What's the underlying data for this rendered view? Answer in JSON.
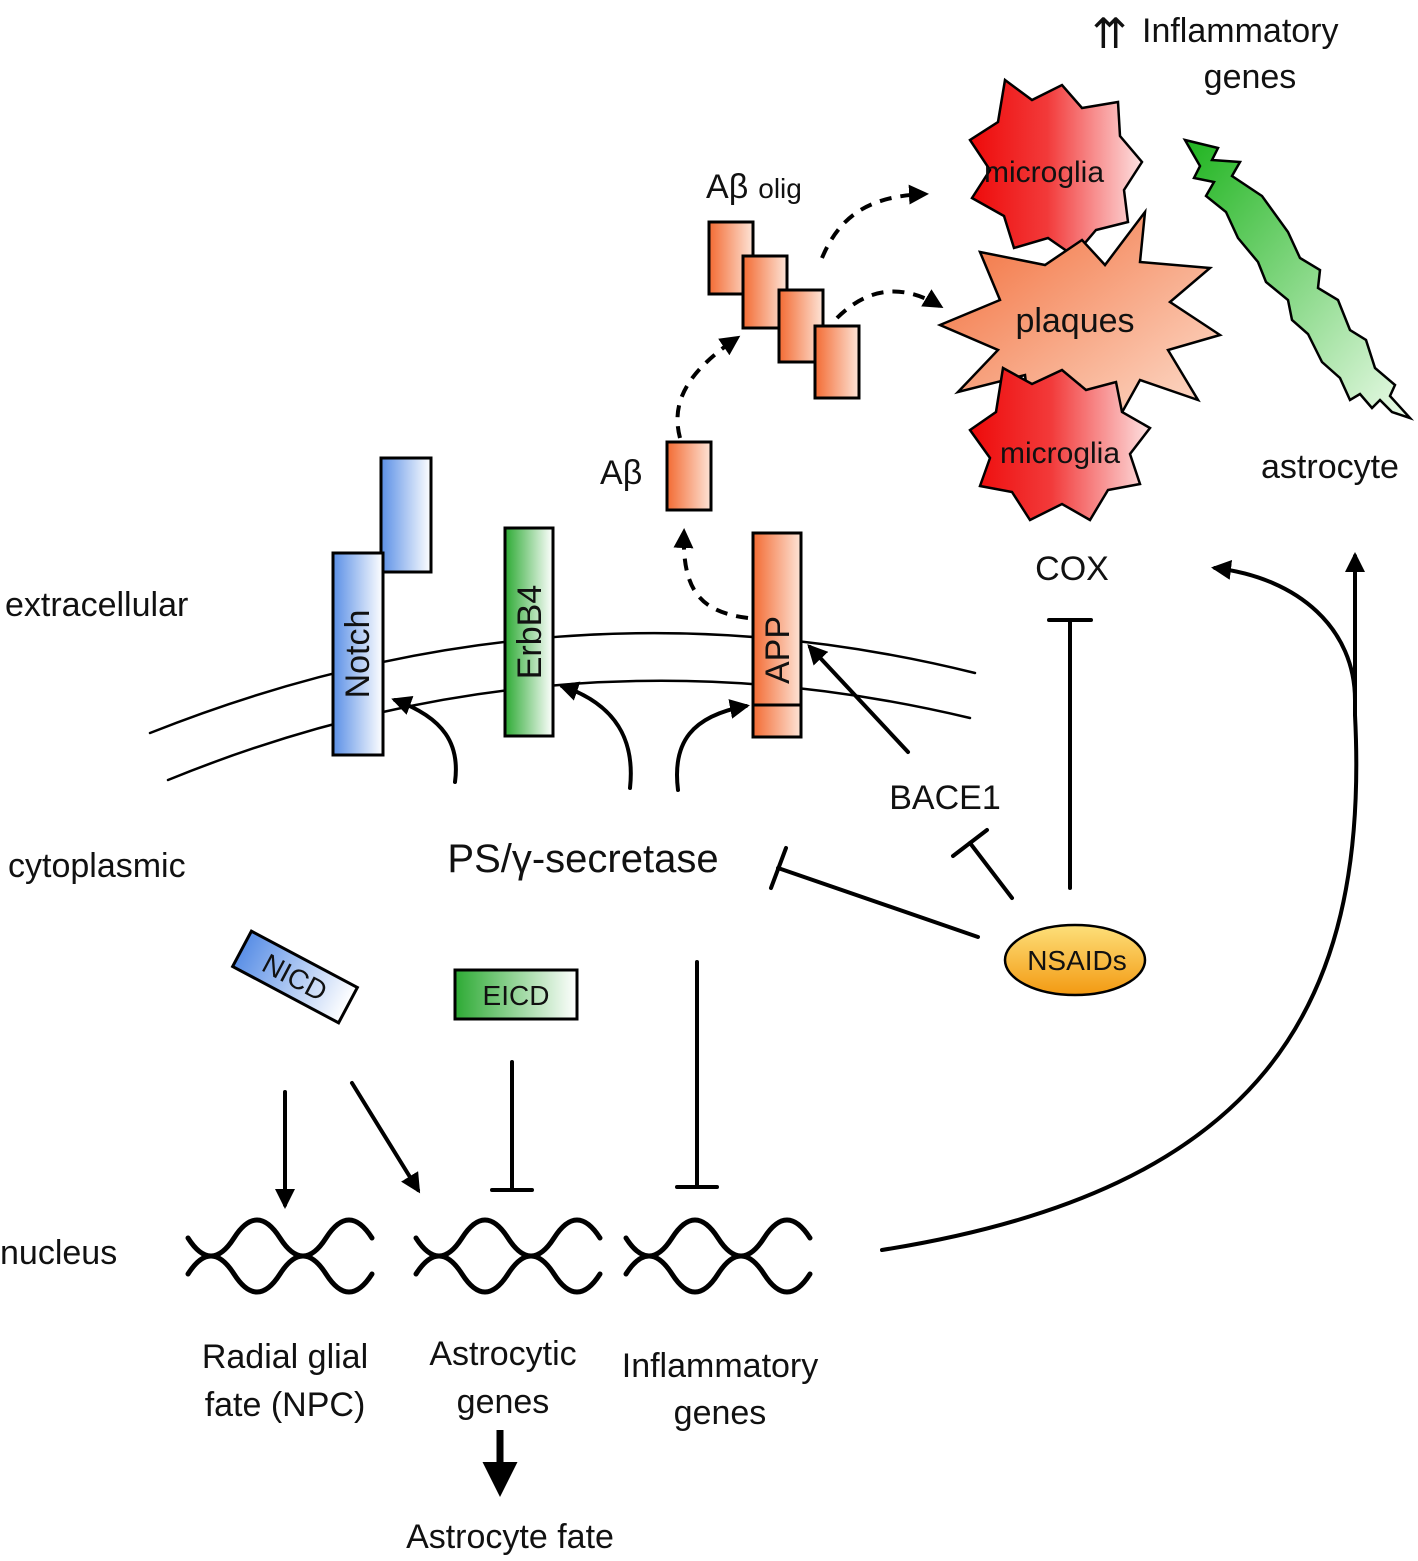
{
  "regions": {
    "extracellular": "extracellular",
    "cytoplasmic": "cytoplasmic",
    "nucleus": "nucleus"
  },
  "receptors": {
    "notch": "Notch",
    "erbb4": "ErbB4",
    "app": "APP"
  },
  "enzymes": {
    "secretase": "PS/γ-secretase",
    "bace1": "BACE1",
    "cox": "COX",
    "nsaids": "NSAIDs"
  },
  "fragments": {
    "nicd": "NICD",
    "eicd": "EICD"
  },
  "amyloid": {
    "abeta_prefix": "A",
    "abeta_symbol": "β",
    "olig_suffix": "olig"
  },
  "cells": {
    "microglia_top": "microglia",
    "microglia_bottom": "microglia",
    "plaques": "plaques",
    "astrocyte": "astrocyte"
  },
  "top_right": {
    "arrows": "⇈",
    "line1": "Inflammatory",
    "line2": "genes"
  },
  "gene_labels": {
    "radial_line1": "Radial glial",
    "radial_line2": "fate (NPC)",
    "astro_line1": "Astrocytic",
    "astro_line2": "genes",
    "inflam_line1": "Inflammatory",
    "inflam_line2": "genes",
    "astro_fate": "Astrocyte fate"
  },
  "colors": {
    "notch_blue": "#6a9ee8",
    "erbb4_green": "#3cb043",
    "app_orange": "#f47a40",
    "microglia_red": "#ee1010",
    "plaque_orange": "#f26e3b",
    "astrocyte_green": "#2fbf2f",
    "nsaids_orange": "#f6a91a"
  }
}
